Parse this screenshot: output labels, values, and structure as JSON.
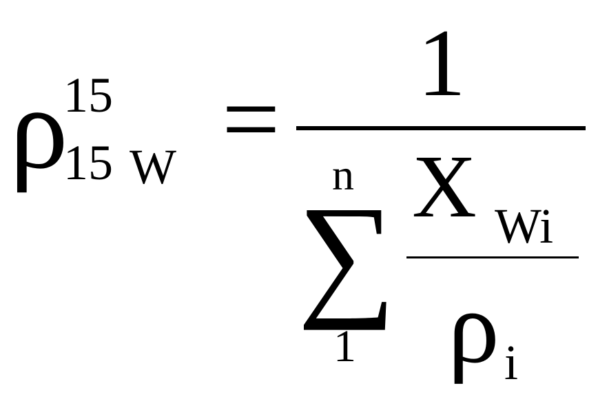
{
  "formula": {
    "lhs": {
      "symbol": "ρ",
      "superscript": "15",
      "subscript_number": "15",
      "subscript_letter": "W"
    },
    "equals": "=",
    "numerator": "1",
    "denominator": {
      "sum_symbol": "∑",
      "sum_upper": "n",
      "sum_lower": "1",
      "term_numerator": "X",
      "term_numerator_sub": "Wi",
      "term_denominator": "ρ",
      "term_denominator_sub": "i"
    }
  }
}
